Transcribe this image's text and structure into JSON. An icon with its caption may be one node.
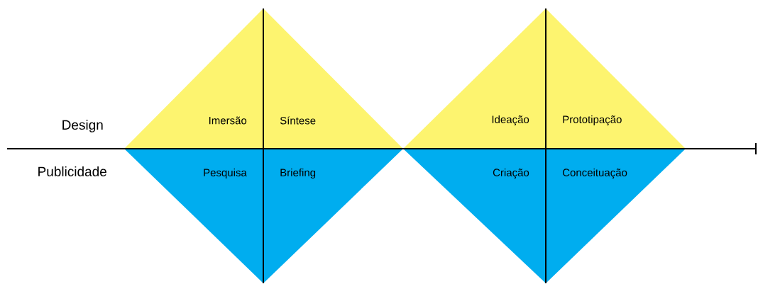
{
  "diagram": {
    "nodes": [
      {
        "text": [
          "Imersão"
        ]
      },
      {
        "text": [
          "Síntese"
        ]
      },
      {
        "text": [
          "Ideação"
        ]
      },
      {
        "text": [
          "Prototipação"
        ]
      },
      {
        "text": [
          "Pesquisa"
        ]
      },
      {
        "text": [
          "Briefing"
        ]
      },
      {
        "text": [
          "Criação"
        ]
      },
      {
        "text": [
          "Conceituação"
        ]
      }
    ],
    "labels": [
      "Design",
      "Publicidade"
    ]
  }
}
